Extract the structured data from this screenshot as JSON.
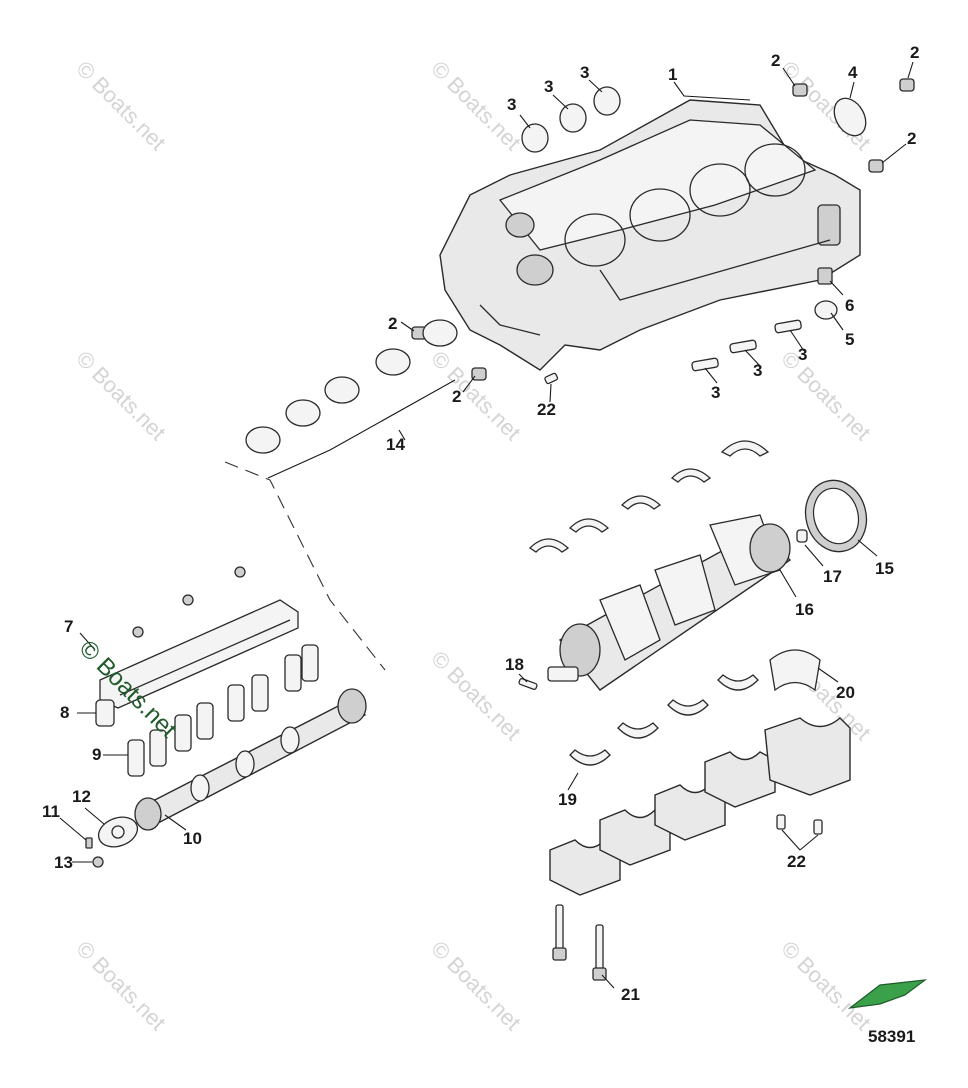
{
  "watermark": "© Boats.net",
  "figure_number": "58391",
  "callouts": {
    "c1": "1",
    "c2a": "2",
    "c2b": "2",
    "c2c": "2",
    "c2d": "2",
    "c2e": "2",
    "c3a": "3",
    "c3b": "3",
    "c3c": "3",
    "c3d": "3",
    "c3e": "3",
    "c3f": "3",
    "c4": "4",
    "c5": "5",
    "c6": "6",
    "c7": "7",
    "c8": "8",
    "c9": "9",
    "c10": "10",
    "c11": "11",
    "c12": "12",
    "c13": "13",
    "c14": "14",
    "c15": "15",
    "c16": "16",
    "c17": "17",
    "c18": "18",
    "c19": "19",
    "c20": "20",
    "c21": "21",
    "c22a": "22",
    "c22b": "22"
  },
  "colors": {
    "line": "#2a2a2a",
    "watermark": "#d4d4d4",
    "watermark_overlay": "#1f5a2a",
    "reference_icon": "#3aa14a"
  },
  "icons": {
    "reference": "engine-block-location-icon"
  }
}
